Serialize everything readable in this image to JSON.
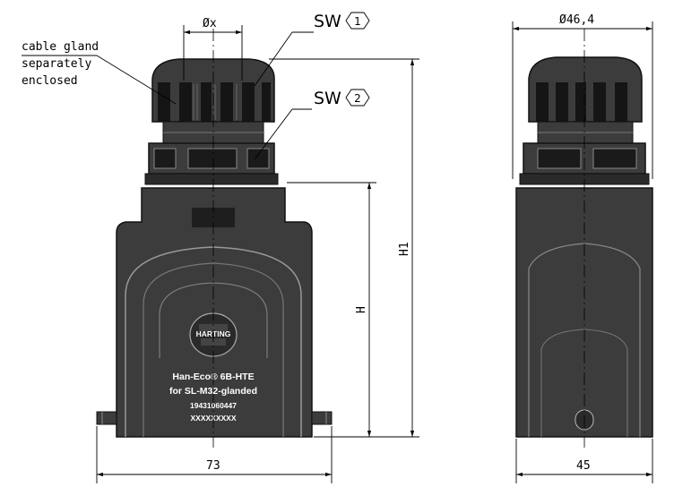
{
  "callouts": {
    "cable_gland_note": [
      "cable gland",
      "separately",
      "enclosed"
    ],
    "sw1": {
      "text": "SW",
      "num": "1"
    },
    "sw2": {
      "text": "SW",
      "num": "2"
    }
  },
  "dimensions": {
    "top_diameter_x": "Øx",
    "side_diameter": "Ø46,4",
    "height_h1": "H1",
    "height_h": "H",
    "front_width": "73",
    "side_width": "45"
  },
  "label": {
    "logo": "HARTING",
    "line1": "Han-Eco® 6B-HTE",
    "line2": "for SL-M32-glanded",
    "line3": "19431060447",
    "line4": "XXXXXXXXX"
  },
  "colors": {
    "housing": "#3c3c3c",
    "housing_dark": "#1e1e1e",
    "lines": "#000000"
  }
}
